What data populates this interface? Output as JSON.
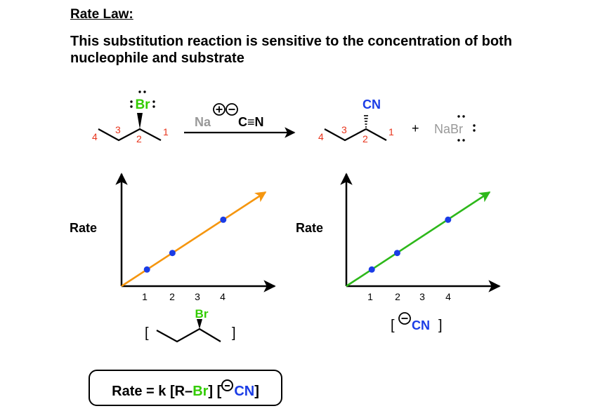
{
  "heading": "Rate Law:",
  "description": "This substitution reaction is sensitive to the concentration of both nucleophile and substrate",
  "reaction": {
    "reactant_br": "Br",
    "reagent_na": "Na",
    "reagent_cn": "C≡N",
    "product_cn": "CN",
    "plus": "+",
    "byproduct": "NaBr",
    "carbon_numbers": [
      "1",
      "2",
      "3",
      "4"
    ]
  },
  "graph_left": {
    "ylabel": "Rate",
    "ticks": [
      "1",
      "2",
      "3",
      "4"
    ],
    "points": [
      [
        1,
        1
      ],
      [
        2,
        2
      ],
      [
        4,
        4
      ]
    ],
    "line_color": "#f5960f",
    "bracket_open": "[",
    "bracket_close": "]",
    "substrate_label": "Br"
  },
  "graph_right": {
    "ylabel": "Rate",
    "ticks": [
      "1",
      "2",
      "3",
      "4"
    ],
    "points": [
      [
        1,
        1
      ],
      [
        2,
        2
      ],
      [
        4,
        4
      ]
    ],
    "line_color": "#2db81a",
    "bracket_open": "[",
    "bracket_close": "]",
    "nucleophile_label": "CN"
  },
  "rate_equation": {
    "part1": "Rate = k [R–",
    "br": "Br",
    "part2": "] [",
    "cn": "CN",
    "part3": "]"
  },
  "colors": {
    "carbon_number": "#e8341c",
    "bromine": "#33cc00",
    "cyanide": "#1a3ce6",
    "reagent_gray": "#999999",
    "point": "#1a3ce6"
  }
}
